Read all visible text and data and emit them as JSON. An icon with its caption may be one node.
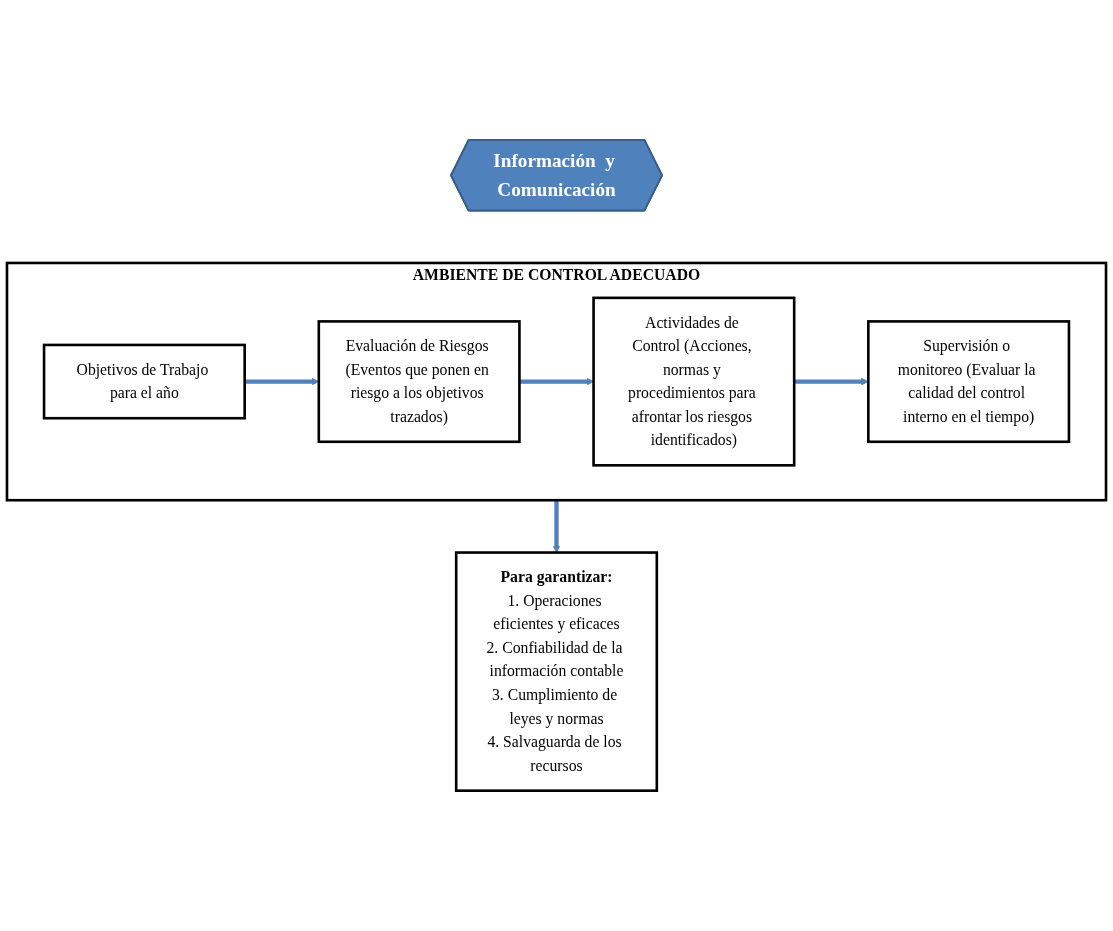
{
  "diagram": {
    "nodes": [
      {
        "text": [
          "Información  y Comunicación"
        ]
      },
      {
        "text": [
          "AMBIENTE DE CONTROL ADECUADO"
        ]
      },
      {
        "text": [
          "Objetivos de Trabajo para el año"
        ],
        "in": 1
      },
      {
        "text": [
          "Evaluación de Riesgos (Eventos que ponen en riesgo a los objetivos trazados)"
        ],
        "in": 1
      },
      {
        "text": [
          "Actividades de Control (Acciones, normas y procedimientos para afrontar los riesgos identificados)"
        ],
        "in": 1
      },
      {
        "text": [
          "Supervisión o monitoreo (Evaluar la calidad del control interno en el tiempo)"
        ],
        "in": 1
      },
      {
        "text": [
          "Para garantizar:",
          "1. Operaciones eficientes y eficaces",
          "2. Confiabilidad de la información contable",
          "3. Cumplimiento de leyes y normas",
          "4. Salvaguarda de los recursos"
        ]
      }
    ],
    "edges": [
      {
        "from": 2,
        "to": 3,
        "arrow": "to"
      },
      {
        "from": 3,
        "to": 4,
        "arrow": "to"
      },
      {
        "from": 4,
        "to": 5,
        "arrow": "to"
      },
      {
        "from": 1,
        "to": 6,
        "arrow": "to"
      }
    ]
  }
}
